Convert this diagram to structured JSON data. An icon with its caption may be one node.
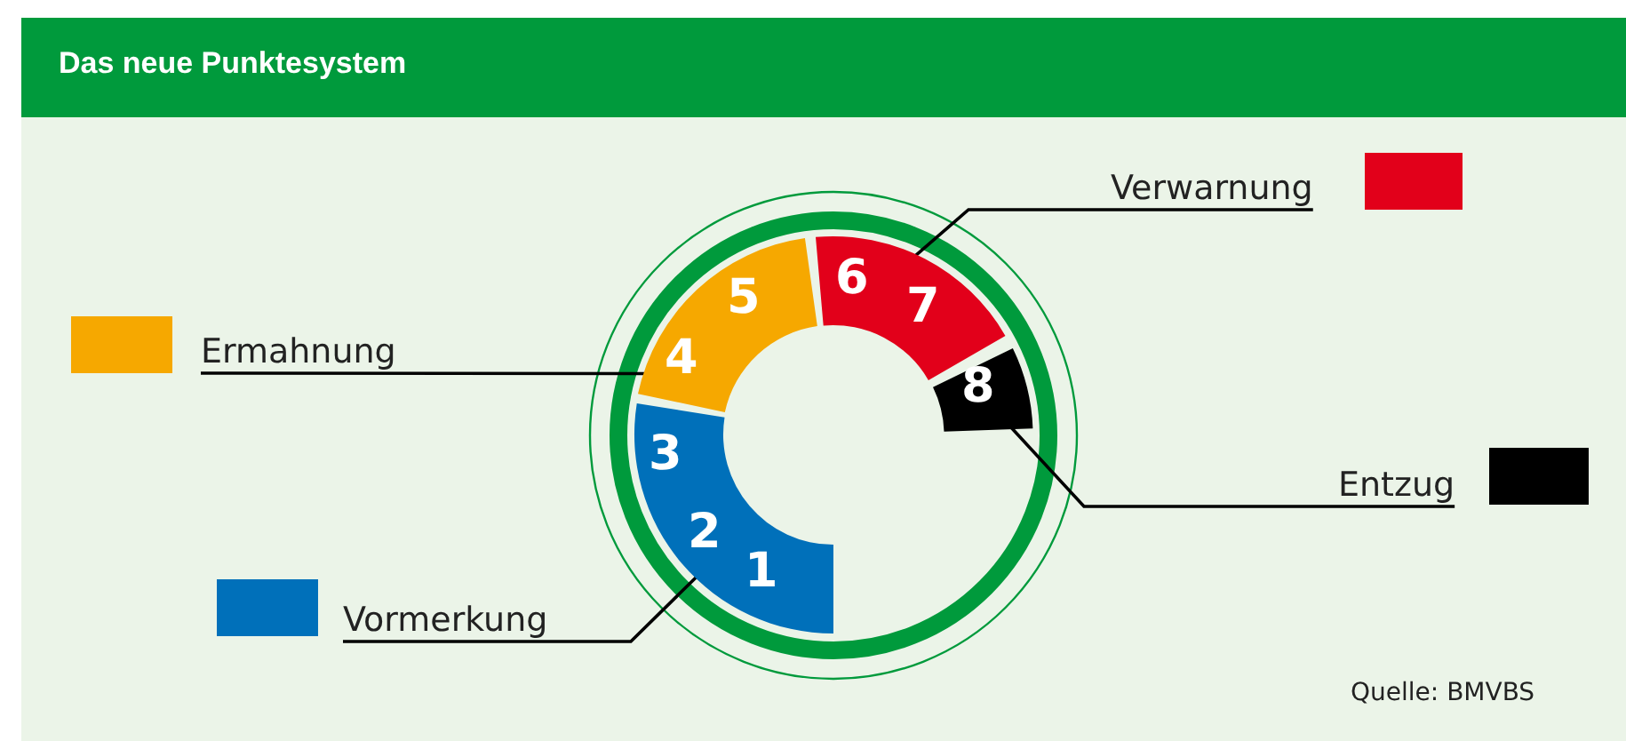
{
  "diagram": {
    "title": "Das neue Punktesystem",
    "nodes": [
      {
        "text": [
          "Verwarnung"
        ]
      },
      {
        "text": [
          "Ermahnung"
        ]
      },
      {
        "text": [
          "1",
          "2",
          "3"
        ]
      },
      {
        "text": [
          "4",
          "5"
        ]
      },
      {
        "text": [
          "6",
          "7"
        ]
      },
      {
        "text": [
          "8"
        ]
      },
      {
        "text": [
          "Entzug"
        ]
      },
      {
        "text": [
          "Vormerkung"
        ]
      }
    ],
    "edges": [
      {
        "from": 0,
        "to": 4,
        "arrow": "none"
      },
      {
        "from": 1,
        "to": 3,
        "arrow": "none"
      },
      {
        "from": 6,
        "to": 5,
        "arrow": "none"
      },
      {
        "from": 7,
        "to": 2,
        "arrow": "none"
      }
    ],
    "labels": [
      "Quelle: BMVBS"
    ]
  }
}
